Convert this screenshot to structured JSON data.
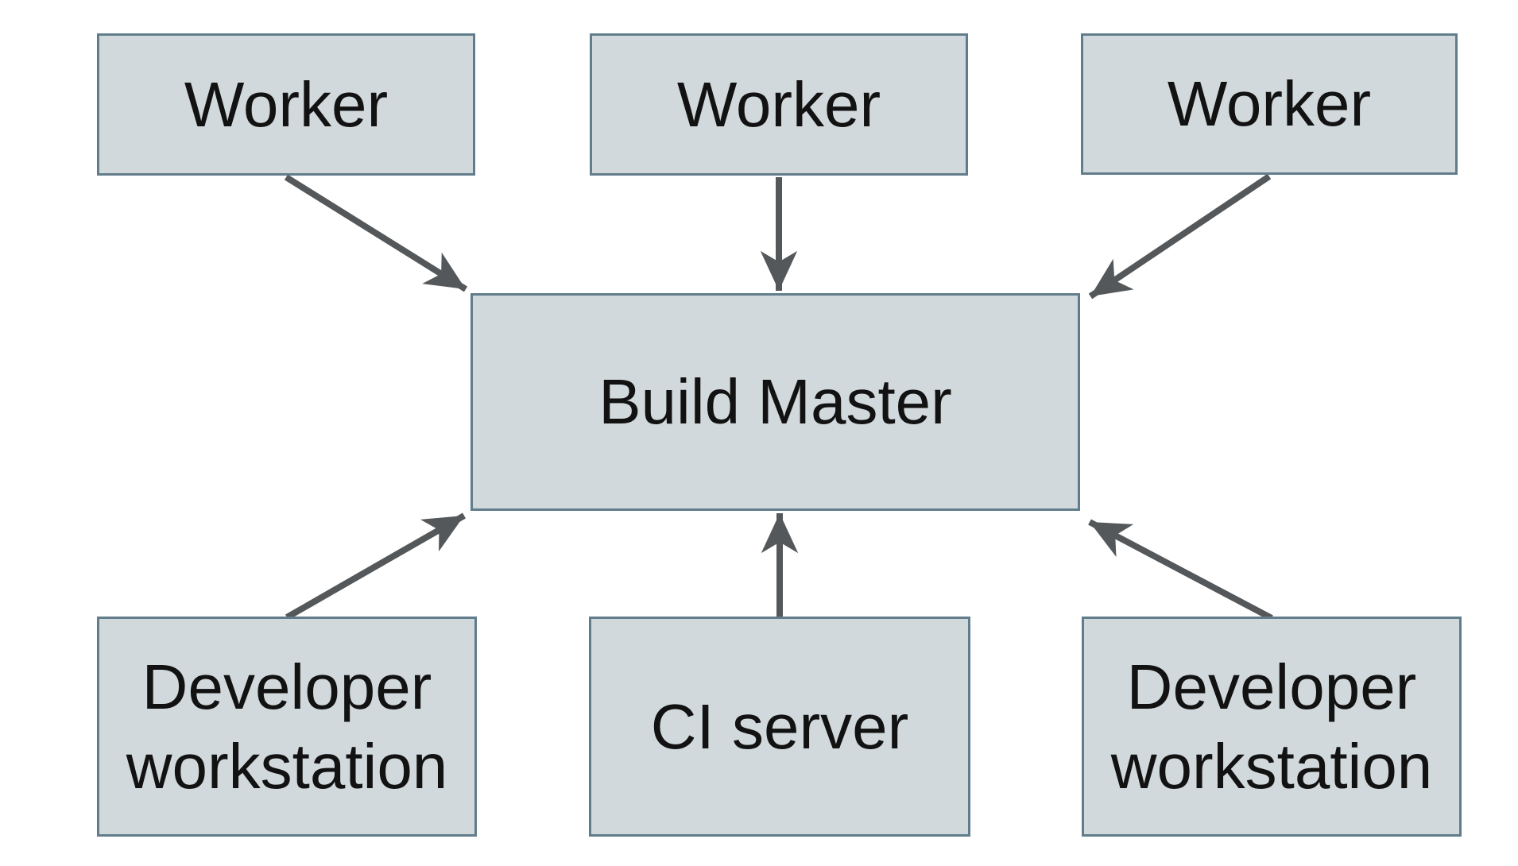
{
  "diagram": {
    "title_semantic": "Distributed build system topology",
    "background_color": "#ffffff",
    "node_fill_color": "#d1d9dc",
    "node_border_color": "#617d8b",
    "arrow_color": "#55585a",
    "text_color": "#121212",
    "nodes": {
      "worker_1": {
        "label": "Worker"
      },
      "worker_2": {
        "label": "Worker"
      },
      "worker_3": {
        "label": "Worker"
      },
      "build_master": {
        "label": "Build Master"
      },
      "developer_workstation_1": {
        "label": "Developer workstation"
      },
      "ci_server": {
        "label": "CI server"
      },
      "developer_workstation_2": {
        "label": "Developer workstation"
      }
    },
    "connections": [
      {
        "from": "Worker",
        "to": "Build Master",
        "direction": "top-left worker points down-right into Build Master"
      },
      {
        "from": "Worker",
        "to": "Build Master",
        "direction": "top-middle worker points straight down into Build Master"
      },
      {
        "from": "Worker",
        "to": "Build Master",
        "direction": "top-right worker points down-left into Build Master"
      },
      {
        "from": "Developer workstation",
        "to": "Build Master",
        "direction": "bottom-left workstation points up-right into Build Master"
      },
      {
        "from": "CI server",
        "to": "Build Master",
        "direction": "bottom-middle CI server points straight up into Build Master"
      },
      {
        "from": "Developer workstation",
        "to": "Build Master",
        "direction": "bottom-right workstation points up-left into Build Master"
      }
    ]
  }
}
